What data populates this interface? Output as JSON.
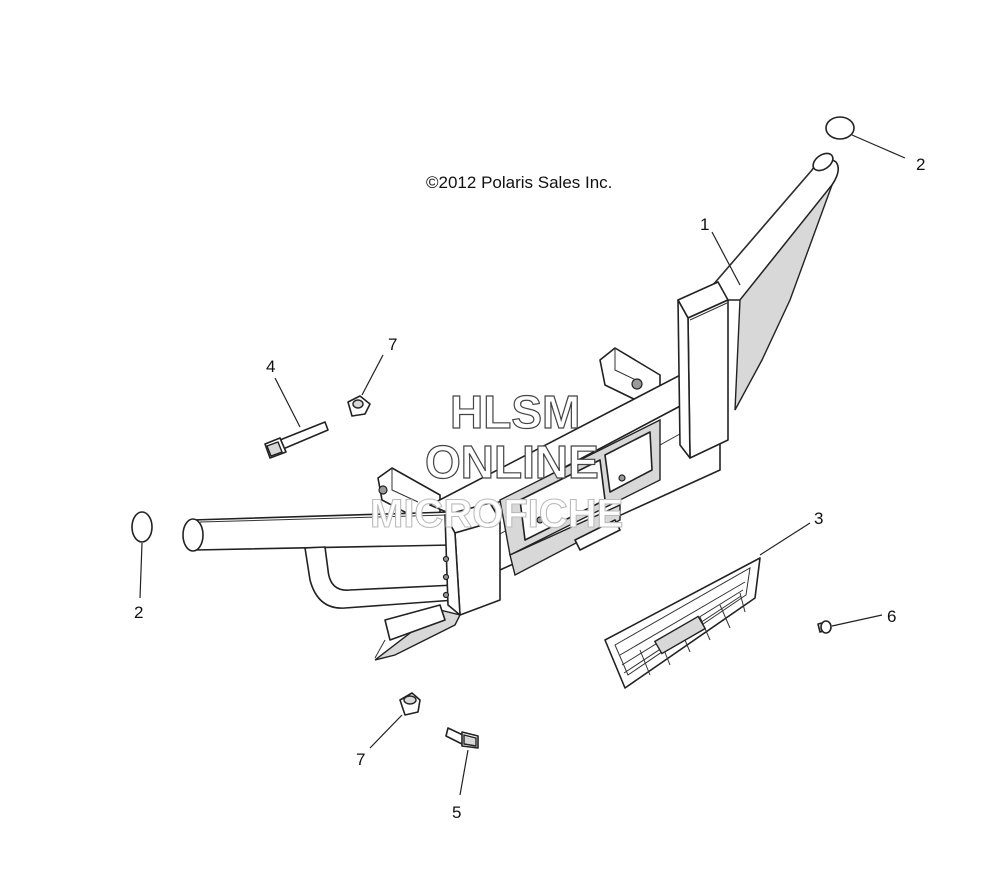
{
  "copyright": "©2012 Polaris Sales Inc.",
  "watermark": {
    "line1": "HLSM",
    "line2": "ONLINE",
    "line3": "MICROFICHE"
  },
  "callouts": [
    {
      "id": "callout-2-top",
      "label": "2"
    },
    {
      "id": "callout-1",
      "label": "1"
    },
    {
      "id": "callout-7-top",
      "label": "7"
    },
    {
      "id": "callout-4",
      "label": "4"
    },
    {
      "id": "callout-3",
      "label": "3"
    },
    {
      "id": "callout-6",
      "label": "6"
    },
    {
      "id": "callout-2-left",
      "label": "2"
    },
    {
      "id": "callout-7-bottom",
      "label": "7"
    },
    {
      "id": "callout-5",
      "label": "5"
    }
  ]
}
